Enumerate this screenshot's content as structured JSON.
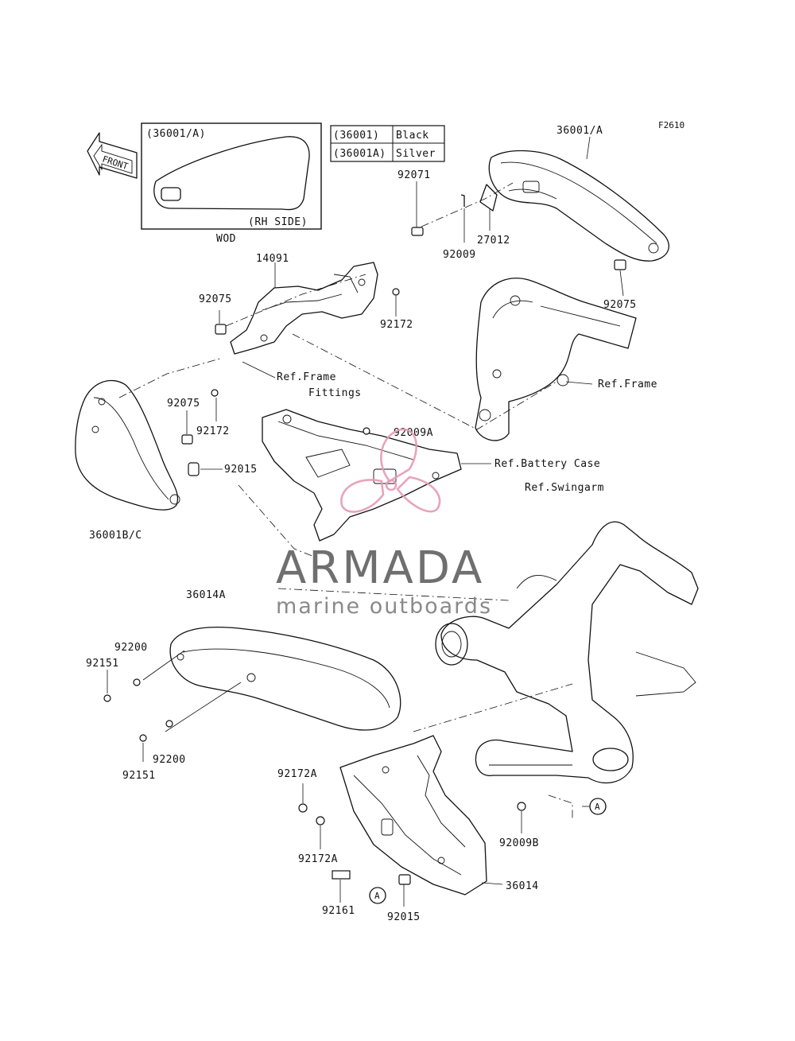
{
  "figure_code": "F2610",
  "direction_arrow": {
    "label": "FRONT"
  },
  "inset": {
    "part_ref": "(36001/A)",
    "side_label": "(RH SIDE)",
    "caption": "WOD"
  },
  "color_table": {
    "rows": [
      {
        "part": "(36001)",
        "color": "Black"
      },
      {
        "part": "(36001A)",
        "color": "Silver"
      }
    ]
  },
  "part_labels": {
    "p36001A_top": "36001/A",
    "p92071": "92071",
    "p27012": "27012",
    "p92009": "92009",
    "p14091": "14091",
    "p92075_left": "92075",
    "p92075_right": "92075",
    "p92075_mid": "92075",
    "p92172_top": "92172",
    "p92172_mid": "92172",
    "p92009A": "92009A",
    "p92015_mid": "92015",
    "p36001BC": "36001B/C",
    "p36014A": "36014A",
    "p92200_top": "92200",
    "p92151_top": "92151",
    "p92200_bottom": "92200",
    "p92151_bottom": "92151",
    "p92172A_top": "92172A",
    "p92172A_bottom": "92172A",
    "p92161": "92161",
    "p92015_bottom": "92015",
    "p36014": "36014",
    "p92009B": "92009B",
    "callout_a_right": "A",
    "callout_a_bottom": "A"
  },
  "ref_labels": {
    "frame_fittings_line1": "Ref.Frame",
    "frame_fittings_line2": "Fittings",
    "frame": "Ref.Frame",
    "battery_case": "Ref.Battery Case",
    "swingarm": "Ref.Swingarm"
  },
  "watermark": {
    "title": "ARMADA",
    "subtitle": "marine outboards",
    "color": "#e59ab3"
  }
}
